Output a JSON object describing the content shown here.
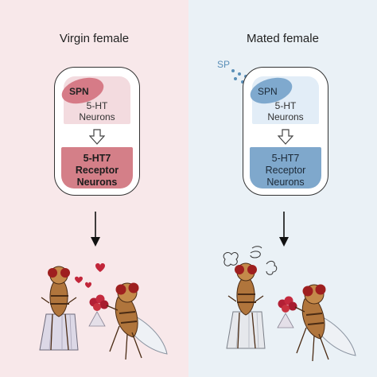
{
  "panels": {
    "left": {
      "title": "Virgin female",
      "blob_label": "SPN",
      "nt_line1": "5-HT",
      "nt_line2": "Neurons",
      "rec_line1": "5-HT7",
      "rec_line2": "Receptor",
      "rec_line3": "Neurons"
    },
    "right": {
      "title": "Mated female",
      "sp_label": "SP",
      "blob_label": "SPN",
      "nt_line1": "5-HT",
      "nt_line2": "Neurons",
      "rec_line1": "5-HT7",
      "rec_line2": "Receptor",
      "rec_line3": "Neurons"
    }
  },
  "colors": {
    "virgin_bg": "#f8e8ea",
    "mated_bg": "#eaf1f6",
    "virgin_accent": "#d47f88",
    "mated_accent": "#7fa8cc",
    "sp_blue": "#5a8fb8",
    "heart_red": "#c2263a"
  }
}
